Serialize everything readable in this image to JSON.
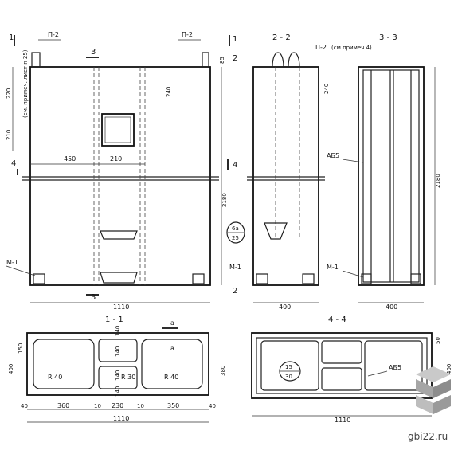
{
  "front": {
    "cut_1": "1",
    "cut_2": "2",
    "cut_3": "3",
    "cut_4": "4",
    "loop": "П-2",
    "note": "(см. примеч. лист n 25)",
    "dim_220": "220",
    "dim_210": "210",
    "dim_240": "240",
    "dim_85": "85",
    "dim_450": "450",
    "dim_210b": "210",
    "dim_2180": "2180",
    "dim_1110": "1110",
    "mark_m1": "М-1",
    "callout_top": "6а",
    "callout_bottom": "25"
  },
  "section_22": {
    "title": "2 - 2",
    "loop": "П-2",
    "note": "(см примеч 4)",
    "dim_240": "240",
    "dim_400": "400",
    "mark_m1": "М-1"
  },
  "section_33": {
    "title": "3 - 3",
    "mark_ab5": "АБ5",
    "dim_2180": "2180",
    "dim_400": "400",
    "mark_m1": "М-1"
  },
  "section_11": {
    "title": "1 - 1",
    "mark_a": "а",
    "dim_150": "150",
    "dim_400": "400",
    "dim_140a": "140",
    "dim_140b": "140",
    "dim_140c": "140",
    "dim_140d": "140",
    "dim_380": "380",
    "r40a": "R 40",
    "r30": "R 30",
    "r40b": "R 40",
    "dim_40a": "40",
    "dim_360": "360",
    "dim_10a": "10",
    "dim_230": "230",
    "dim_10b": "10",
    "dim_350": "350",
    "dim_40b": "40",
    "dim_1110": "1110"
  },
  "section_44": {
    "title": "4 - 4",
    "callout_top": "15",
    "callout_bottom": "30",
    "mark_ab5": "АБ5",
    "dim_50": "50",
    "dim_400": "400",
    "dim_1110": "1110"
  },
  "watermark": {
    "site": "gbi22.ru"
  }
}
